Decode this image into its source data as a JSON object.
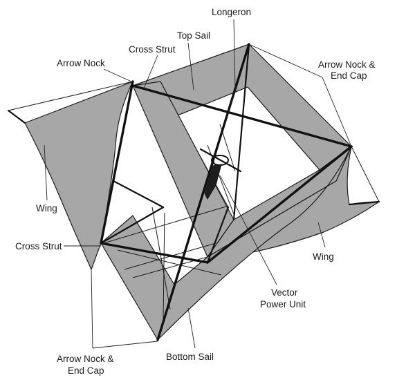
{
  "labels": {
    "longeron": "Longeron",
    "top_sail": "Top Sail",
    "cross_strut_top": "Cross Strut",
    "arrow_nock": "Arrow Nock",
    "arrow_nock_end_cap_top_line1": "Arrow Nock &",
    "arrow_nock_end_cap_top_line2": "End Cap",
    "wing_left": "Wing",
    "cross_strut_left": "Cross Strut",
    "wing_right": "Wing",
    "vector_power_unit_line1": "Vector",
    "vector_power_unit_line2": "Power Unit",
    "arrow_nock_end_cap_bottom_line1": "Arrow Nock &",
    "arrow_nock_end_cap_bottom_line2": "End Cap",
    "bottom_sail": "Bottom Sail"
  },
  "colors": {
    "sail_fill": "#a7a7a7",
    "frame": "#111111",
    "background": "#ffffff"
  }
}
